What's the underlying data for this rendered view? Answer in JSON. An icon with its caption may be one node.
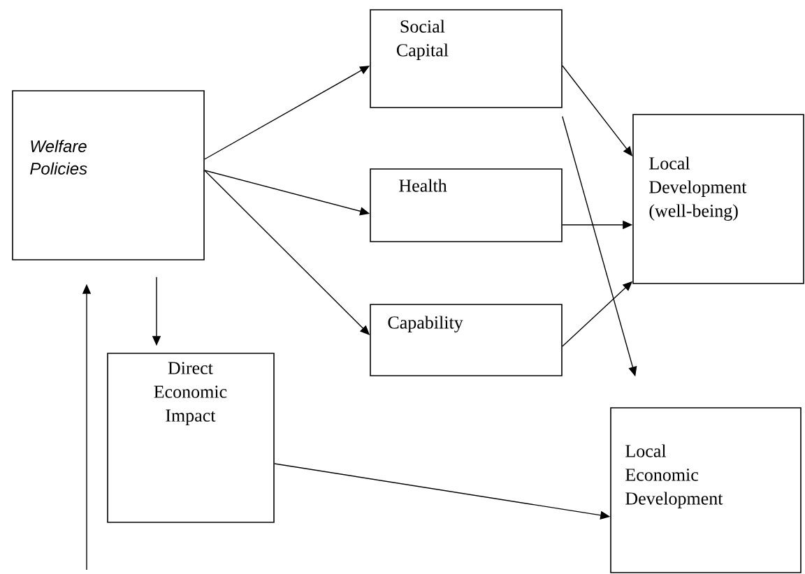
{
  "diagram": {
    "nodes": [
      {
        "text": [
          "Welfare Policies"
        ]
      },
      {
        "text": [
          "Social Capital"
        ]
      },
      {
        "text": [
          "Health"
        ]
      },
      {
        "text": [
          "Capability"
        ]
      },
      {
        "text": [
          "Local Development (well-being)"
        ]
      },
      {
        "text": [
          "Direct Economic Impact"
        ]
      },
      {
        "text": [
          "Local Economic Development"
        ]
      }
    ],
    "edges": [
      {
        "from": 0,
        "to": 1,
        "arrow": "to"
      },
      {
        "from": 0,
        "to": 2,
        "arrow": "to"
      },
      {
        "from": 0,
        "to": 3,
        "arrow": "to"
      },
      {
        "from": 1,
        "to": 4,
        "arrow": "to"
      },
      {
        "from": 2,
        "to": 4,
        "arrow": "to"
      },
      {
        "from": 3,
        "to": 4,
        "arrow": "to"
      },
      {
        "from": 1,
        "to": 6,
        "arrow": "to"
      },
      {
        "from": 0,
        "to": 5,
        "arrow": "to"
      },
      {
        "from": 5,
        "to": 6,
        "arrow": "to"
      },
      {
        "from": null,
        "to": 0,
        "arrow": "to"
      }
    ]
  }
}
